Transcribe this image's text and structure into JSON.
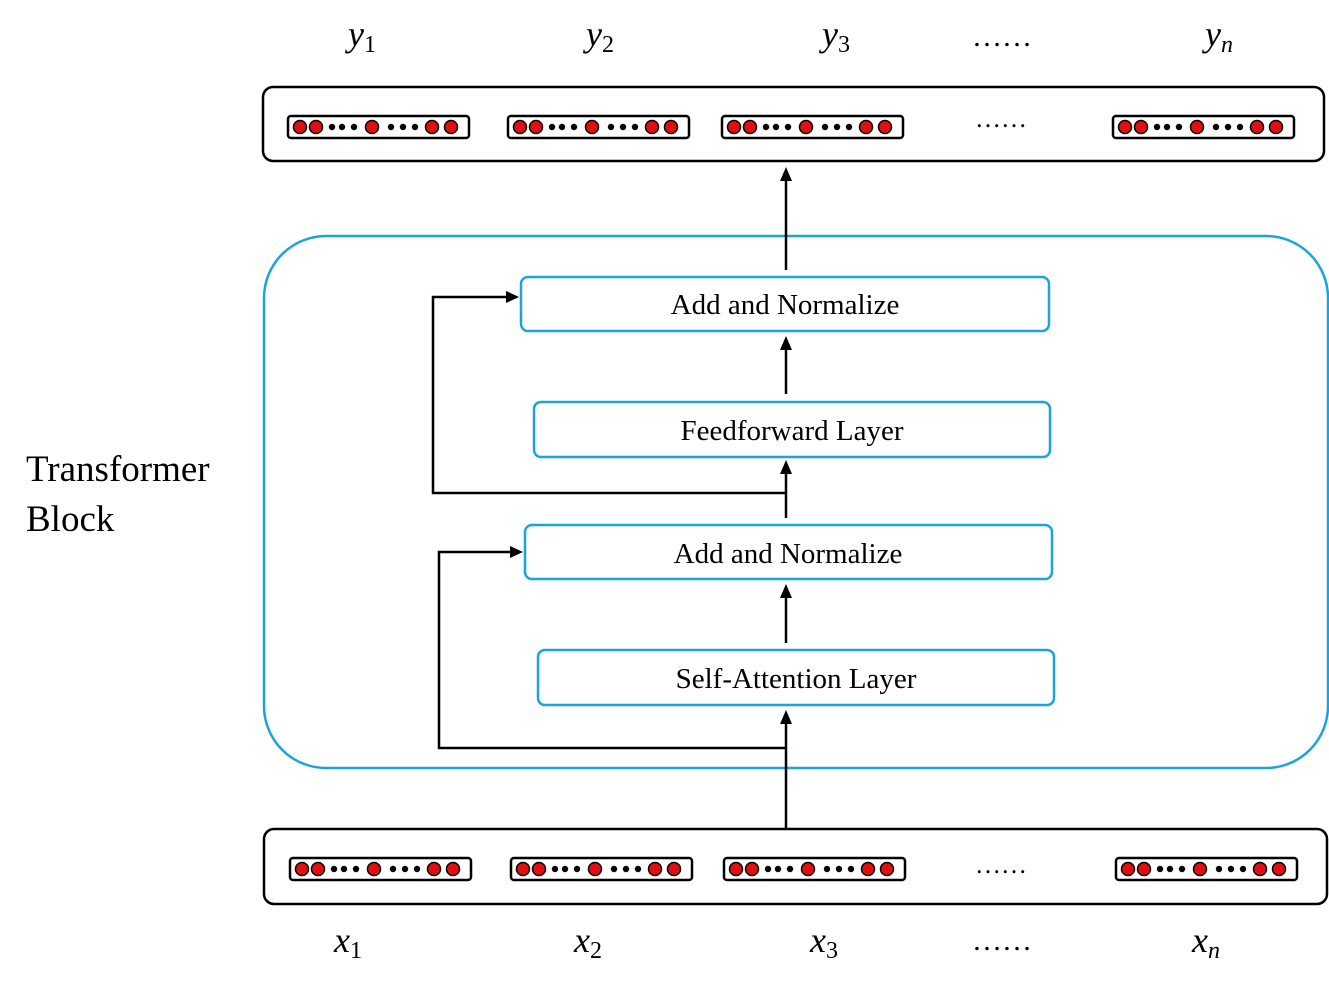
{
  "block_label": [
    "Transformer",
    "Block"
  ],
  "layers": {
    "add_norm_top": "Add and Normalize",
    "feedforward": "Feedforward Layer",
    "add_norm_bottom": "Add and Normalize",
    "self_attention": "Self-Attention Layer"
  },
  "outputs": [
    {
      "base": "y",
      "sub": "1"
    },
    {
      "base": "y",
      "sub": "2"
    },
    {
      "base": "y",
      "sub": "3"
    },
    {
      "base": "y",
      "sub": "n"
    }
  ],
  "inputs": [
    {
      "base": "x",
      "sub": "1"
    },
    {
      "base": "x",
      "sub": "2"
    },
    {
      "base": "x",
      "sub": "3"
    },
    {
      "base": "x",
      "sub": "n"
    }
  ],
  "ellipsis": "……",
  "colors": {
    "block_border": "#1aa3dd",
    "layer_border": "#1aa3dd",
    "dot_fill": "#e01010",
    "stroke": "#000000"
  }
}
